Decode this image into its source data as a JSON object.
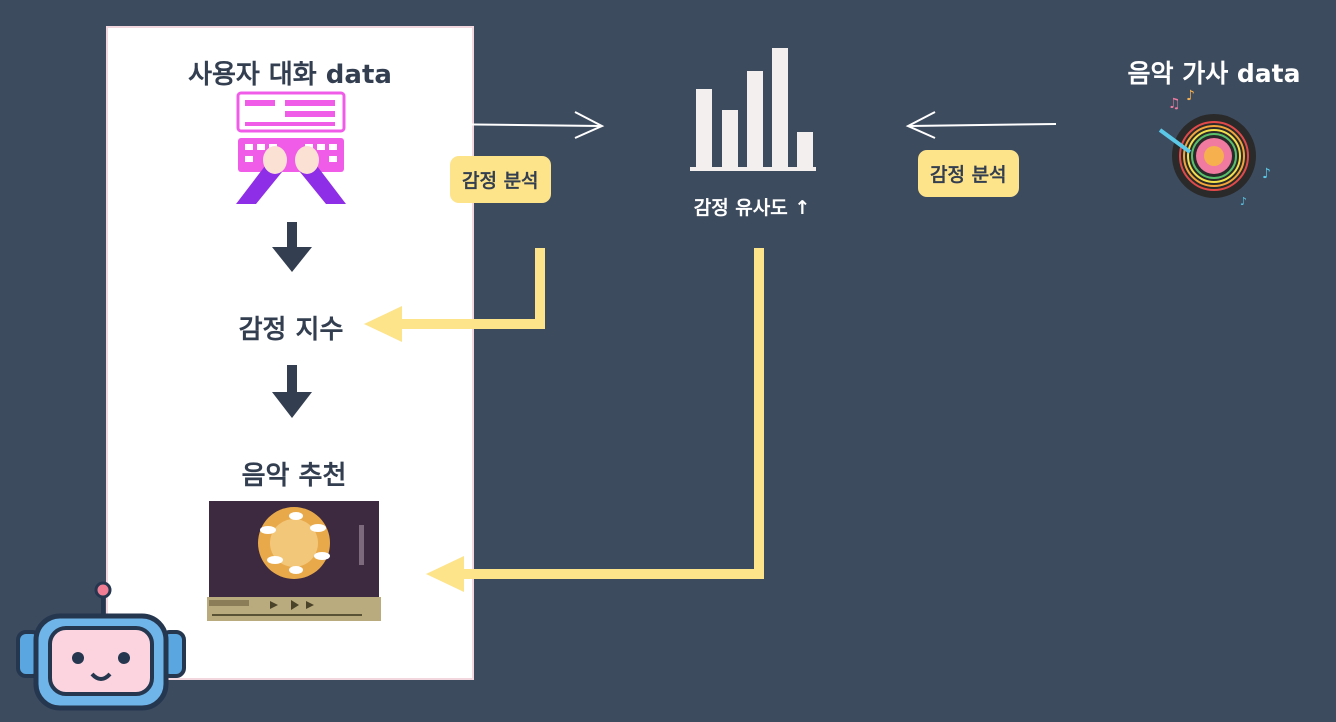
{
  "left_panel": {
    "user_chat_title": "사용자 대화 data",
    "emotion_index": "감정 지수",
    "music_recommend": "음악 추천"
  },
  "center": {
    "similarity_label": "감정 유사도 ↑"
  },
  "right": {
    "lyrics_title": "음악 가사 data"
  },
  "badges": {
    "left_analysis": "감정 분석",
    "right_analysis": "감정 분석"
  },
  "colors": {
    "background": "#3d4b5f",
    "panel": "#ffffff",
    "accent_yellow": "#fde38a",
    "arrow_dark": "#333f50",
    "keyboard_pink": "#f05ce8",
    "arm_purple": "#8e2ee6",
    "bars": "#f2efee"
  },
  "icons": [
    "keyboard-typing-icon",
    "bar-chart-icon",
    "vinyl-record-icon",
    "music-player-thumbnail",
    "robot-mascot-icon"
  ]
}
